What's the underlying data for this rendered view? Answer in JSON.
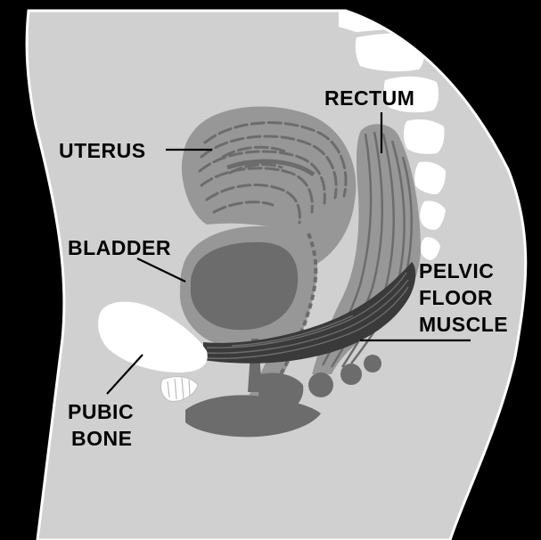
{
  "labels": {
    "uterus": "UTERUS",
    "rectum": "RECTUM",
    "bladder": "BLADDER",
    "pelvic_floor_muscle": [
      "PELVIC",
      "FLOOR",
      "MUSCLE"
    ],
    "pubic_bone": [
      "PUBIC",
      "BONE"
    ]
  },
  "colors": {
    "background": "#000000",
    "body": "#d0d0d0",
    "organ": "#979797",
    "organ_dark": "#6c6c6c",
    "muscle": "#3a3a3a",
    "bone": "#ffffff",
    "label": "#000000"
  }
}
